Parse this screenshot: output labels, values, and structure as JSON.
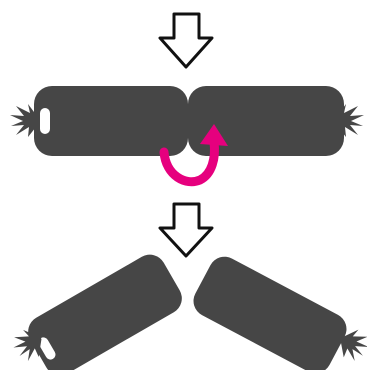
{
  "diagram": {
    "steps": [
      {
        "id": "step-arrow-1",
        "kind": "down-arrow"
      },
      {
        "id": "joined-roll",
        "kind": "two-pieces-joined",
        "action": "twist"
      },
      {
        "id": "step-arrow-2",
        "kind": "down-arrow"
      },
      {
        "id": "split-roll",
        "kind": "two-pieces-separated"
      }
    ],
    "colors": {
      "body": "#464646",
      "outline": "#111111",
      "accent": "#e6007e",
      "background": "#ffffff",
      "highlight": "#ffffff"
    },
    "icons": [
      "down-arrow-icon",
      "twist-arrow-icon",
      "wrapper-tuft-icon"
    ]
  }
}
